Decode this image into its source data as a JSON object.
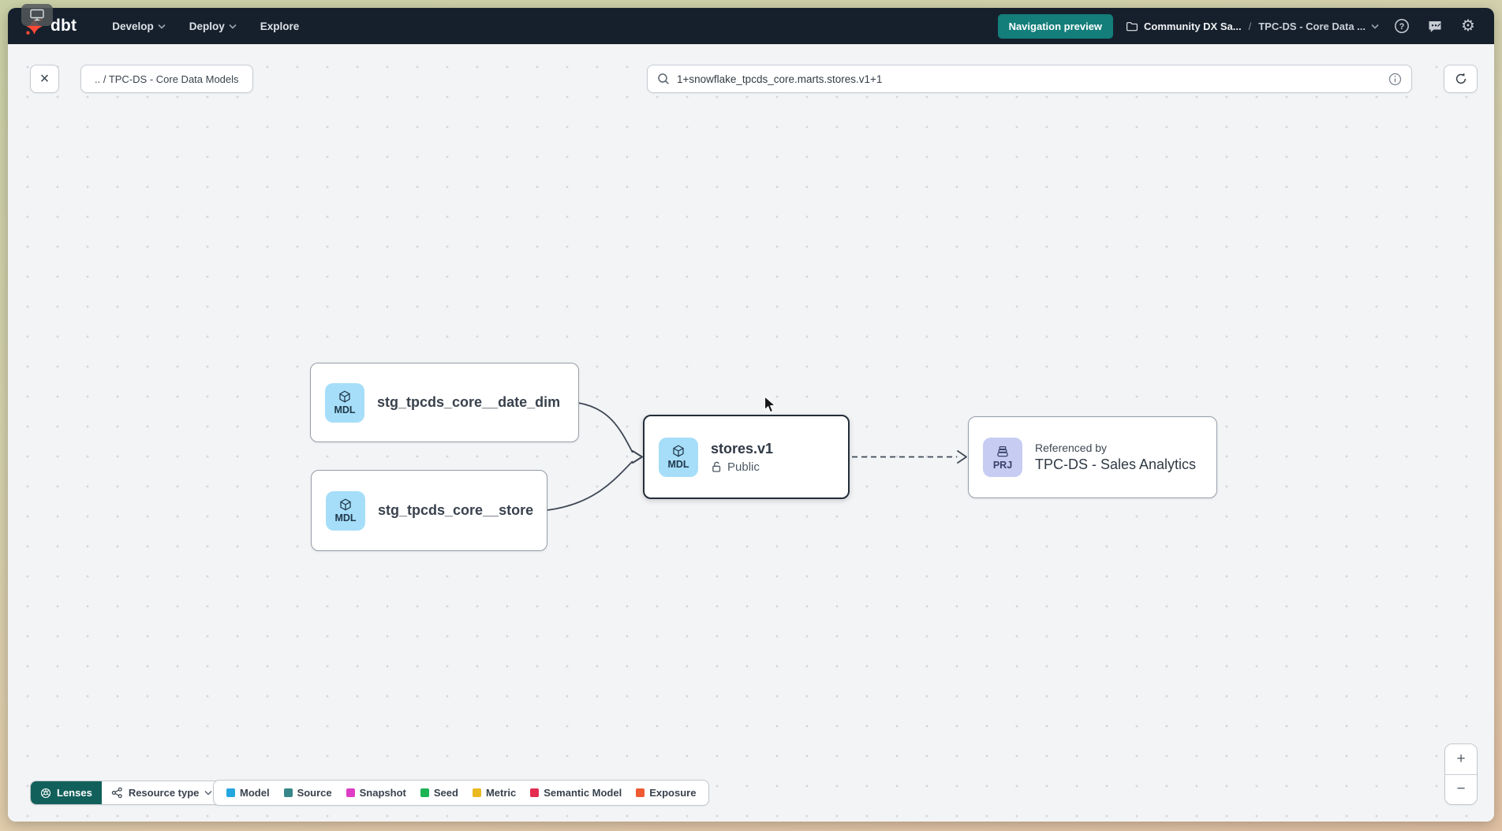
{
  "colors": {
    "brand_orange": "#ff4a38",
    "teal_accent": "#137e7a",
    "lenses_teal": "#12605b",
    "model_badge_bg": "#a6def9",
    "project_badge_bg": "#c6ccf2",
    "navbar_bg": "#16202d",
    "edge": "#3f4954"
  },
  "navbar": {
    "logo_text": "dbt",
    "menu": [
      {
        "label": "Develop"
      },
      {
        "label": "Deploy"
      },
      {
        "label": "Explore"
      }
    ],
    "preview_button_label": "Navigation preview",
    "breadcrumb": {
      "account": "Community DX Sa...",
      "separator": "/",
      "project": "TPC-DS - Core Data ..."
    }
  },
  "toolbar": {
    "close_glyph": "×",
    "breadcrumb_chip": ".. / TPC-DS - Core Data Models",
    "search": {
      "value": "1+snowflake_tpcds_core.marts.stores.v1+1"
    }
  },
  "graph": {
    "nodes": {
      "date_dim": {
        "badge": "MDL",
        "label": "stg_tpcds_core__date_dim"
      },
      "store": {
        "badge": "MDL",
        "label": "stg_tpcds_core__store"
      },
      "stores_v1": {
        "badge": "MDL",
        "label": "stores.v1",
        "access": "Public"
      },
      "project_ref": {
        "badge": "PRJ",
        "kicker": "Referenced by",
        "label": "TPC-DS - Sales Analytics"
      }
    },
    "edges": [
      {
        "from": "stg_tpcds_core__date_dim",
        "to": "stores.v1",
        "style": "solid"
      },
      {
        "from": "stg_tpcds_core__store",
        "to": "stores.v1",
        "style": "solid"
      },
      {
        "from": "stores.v1",
        "to": "TPC-DS - Sales Analytics",
        "style": "dashed"
      }
    ]
  },
  "footer": {
    "lenses_label": "Lenses",
    "resource_type_label": "Resource type",
    "legend": [
      {
        "label": "Model",
        "color": "#24a7e0"
      },
      {
        "label": "Source",
        "color": "#37878a"
      },
      {
        "label": "Snapshot",
        "color": "#de3dc6"
      },
      {
        "label": "Seed",
        "color": "#1cb454"
      },
      {
        "label": "Metric",
        "color": "#eab922"
      },
      {
        "label": "Semantic Model",
        "color": "#e32d4f"
      },
      {
        "label": "Exposure",
        "color": "#ef5a33"
      }
    ]
  },
  "zoom_controls": {
    "zoom_in": "+",
    "zoom_out": "−"
  },
  "icons": {
    "gear_glyph": "⚙"
  }
}
